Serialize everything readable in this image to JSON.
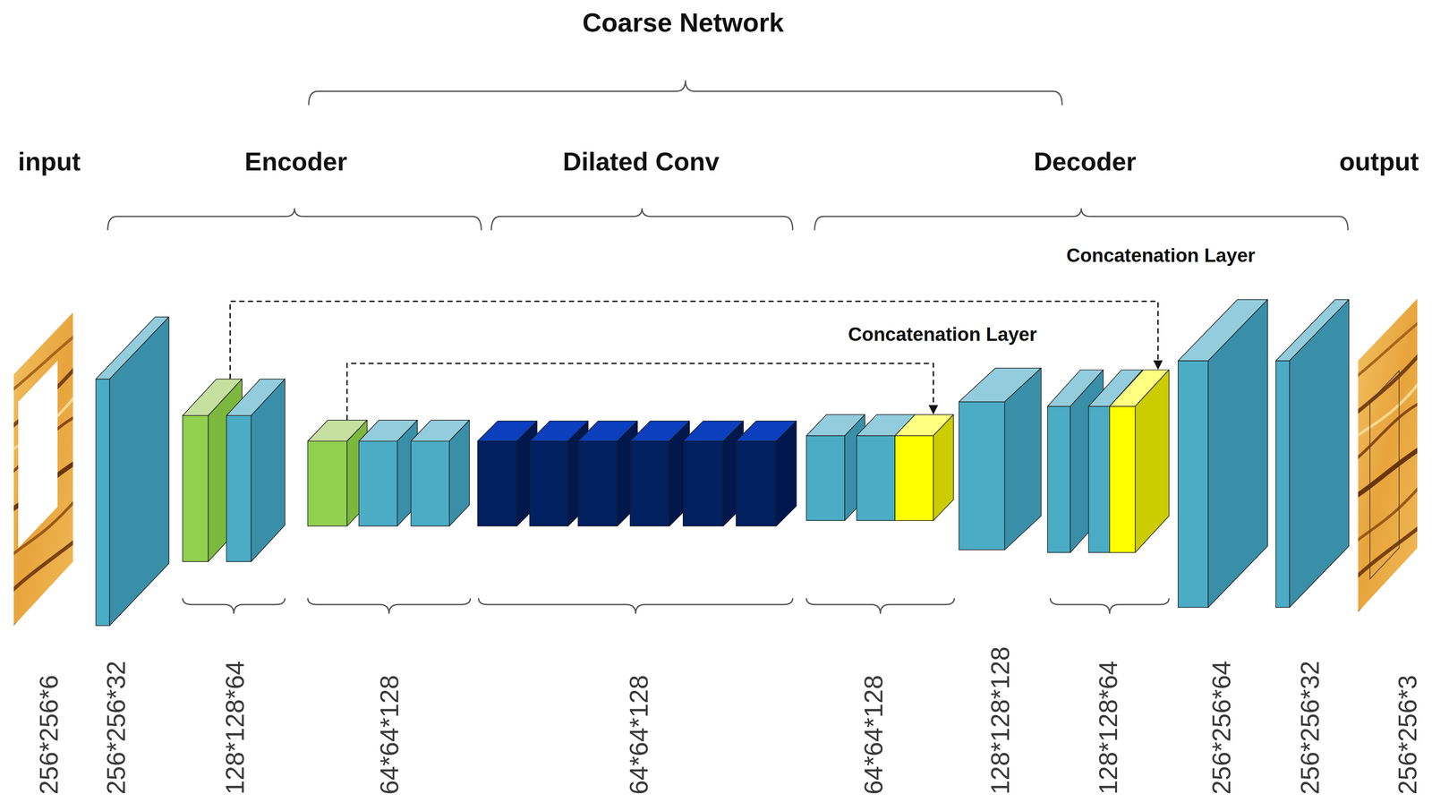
{
  "diagram": {
    "title": "Coarse Network",
    "nodes": [
      {
        "text": [
          "256*256*6"
        ]
      },
      {
        "text": [
          "256*256*32"
        ]
      },
      {
        "text": [
          "128*128*64"
        ]
      },
      {
        "text": [
          "64*64*128"
        ]
      },
      {
        "text": [
          "64*64*128"
        ]
      },
      {
        "text": [
          "64*64*128"
        ]
      },
      {
        "text": [
          "128*128*128"
        ]
      },
      {
        "text": [
          "128*128*64"
        ]
      },
      {
        "text": [
          "256*256*64"
        ]
      },
      {
        "text": [
          "256*256*32"
        ]
      },
      {
        "text": [
          "256*256*3"
        ]
      }
    ],
    "edges": [
      {
        "from": 2,
        "to": 7,
        "arrow": "to",
        "label": "Concatenation Layer"
      },
      {
        "from": 3,
        "to": 5,
        "arrow": "to",
        "label": "Concatenation Layer"
      }
    ],
    "labels": [
      "input",
      "Encoder",
      "Dilated Conv",
      "Decoder",
      "output"
    ]
  }
}
